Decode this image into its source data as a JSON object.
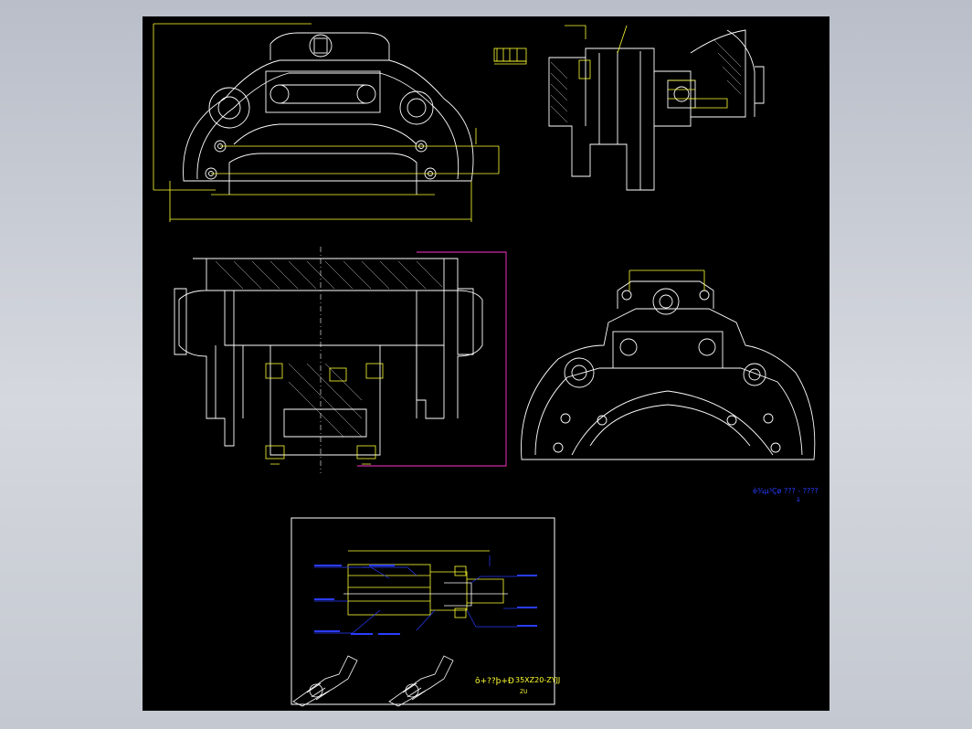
{
  "drawing": {
    "title_block_code": "35XZ20-ZYJJ",
    "title_block_sub": "ZU",
    "title_block_prefix": "ô+??þ+Ð",
    "sheet_note": "è¾µ³Çø ??? - ????",
    "sheet_note_sub": "ã"
  },
  "colors": {
    "background": "#000000",
    "line_white": "#ffffff",
    "line_yellow": "#ffff33",
    "line_blue": "#2a3cff",
    "line_magenta": "#ff33cc",
    "page_backdrop": "#c4c8d0"
  }
}
